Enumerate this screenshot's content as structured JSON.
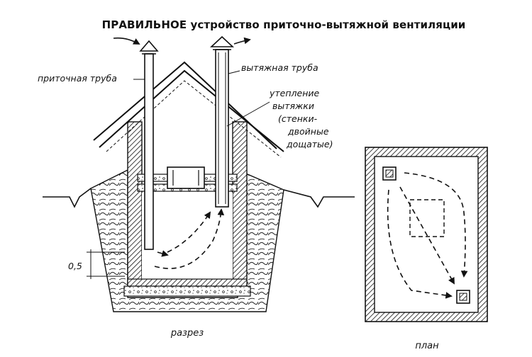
{
  "title": "ПРАВИЛЬНОЕ устройство приточно-вытяжной вентиляции",
  "labels": {
    "supply_pipe": "приточная труба",
    "exhaust_pipe": "вытяжная труба",
    "insulation": [
      "утепление",
      "вытяжки",
      "(стенки-",
      "двойные",
      "дощатые)"
    ]
  },
  "dimension": "0,5",
  "captions": {
    "section": "разрез",
    "plan": "план"
  }
}
